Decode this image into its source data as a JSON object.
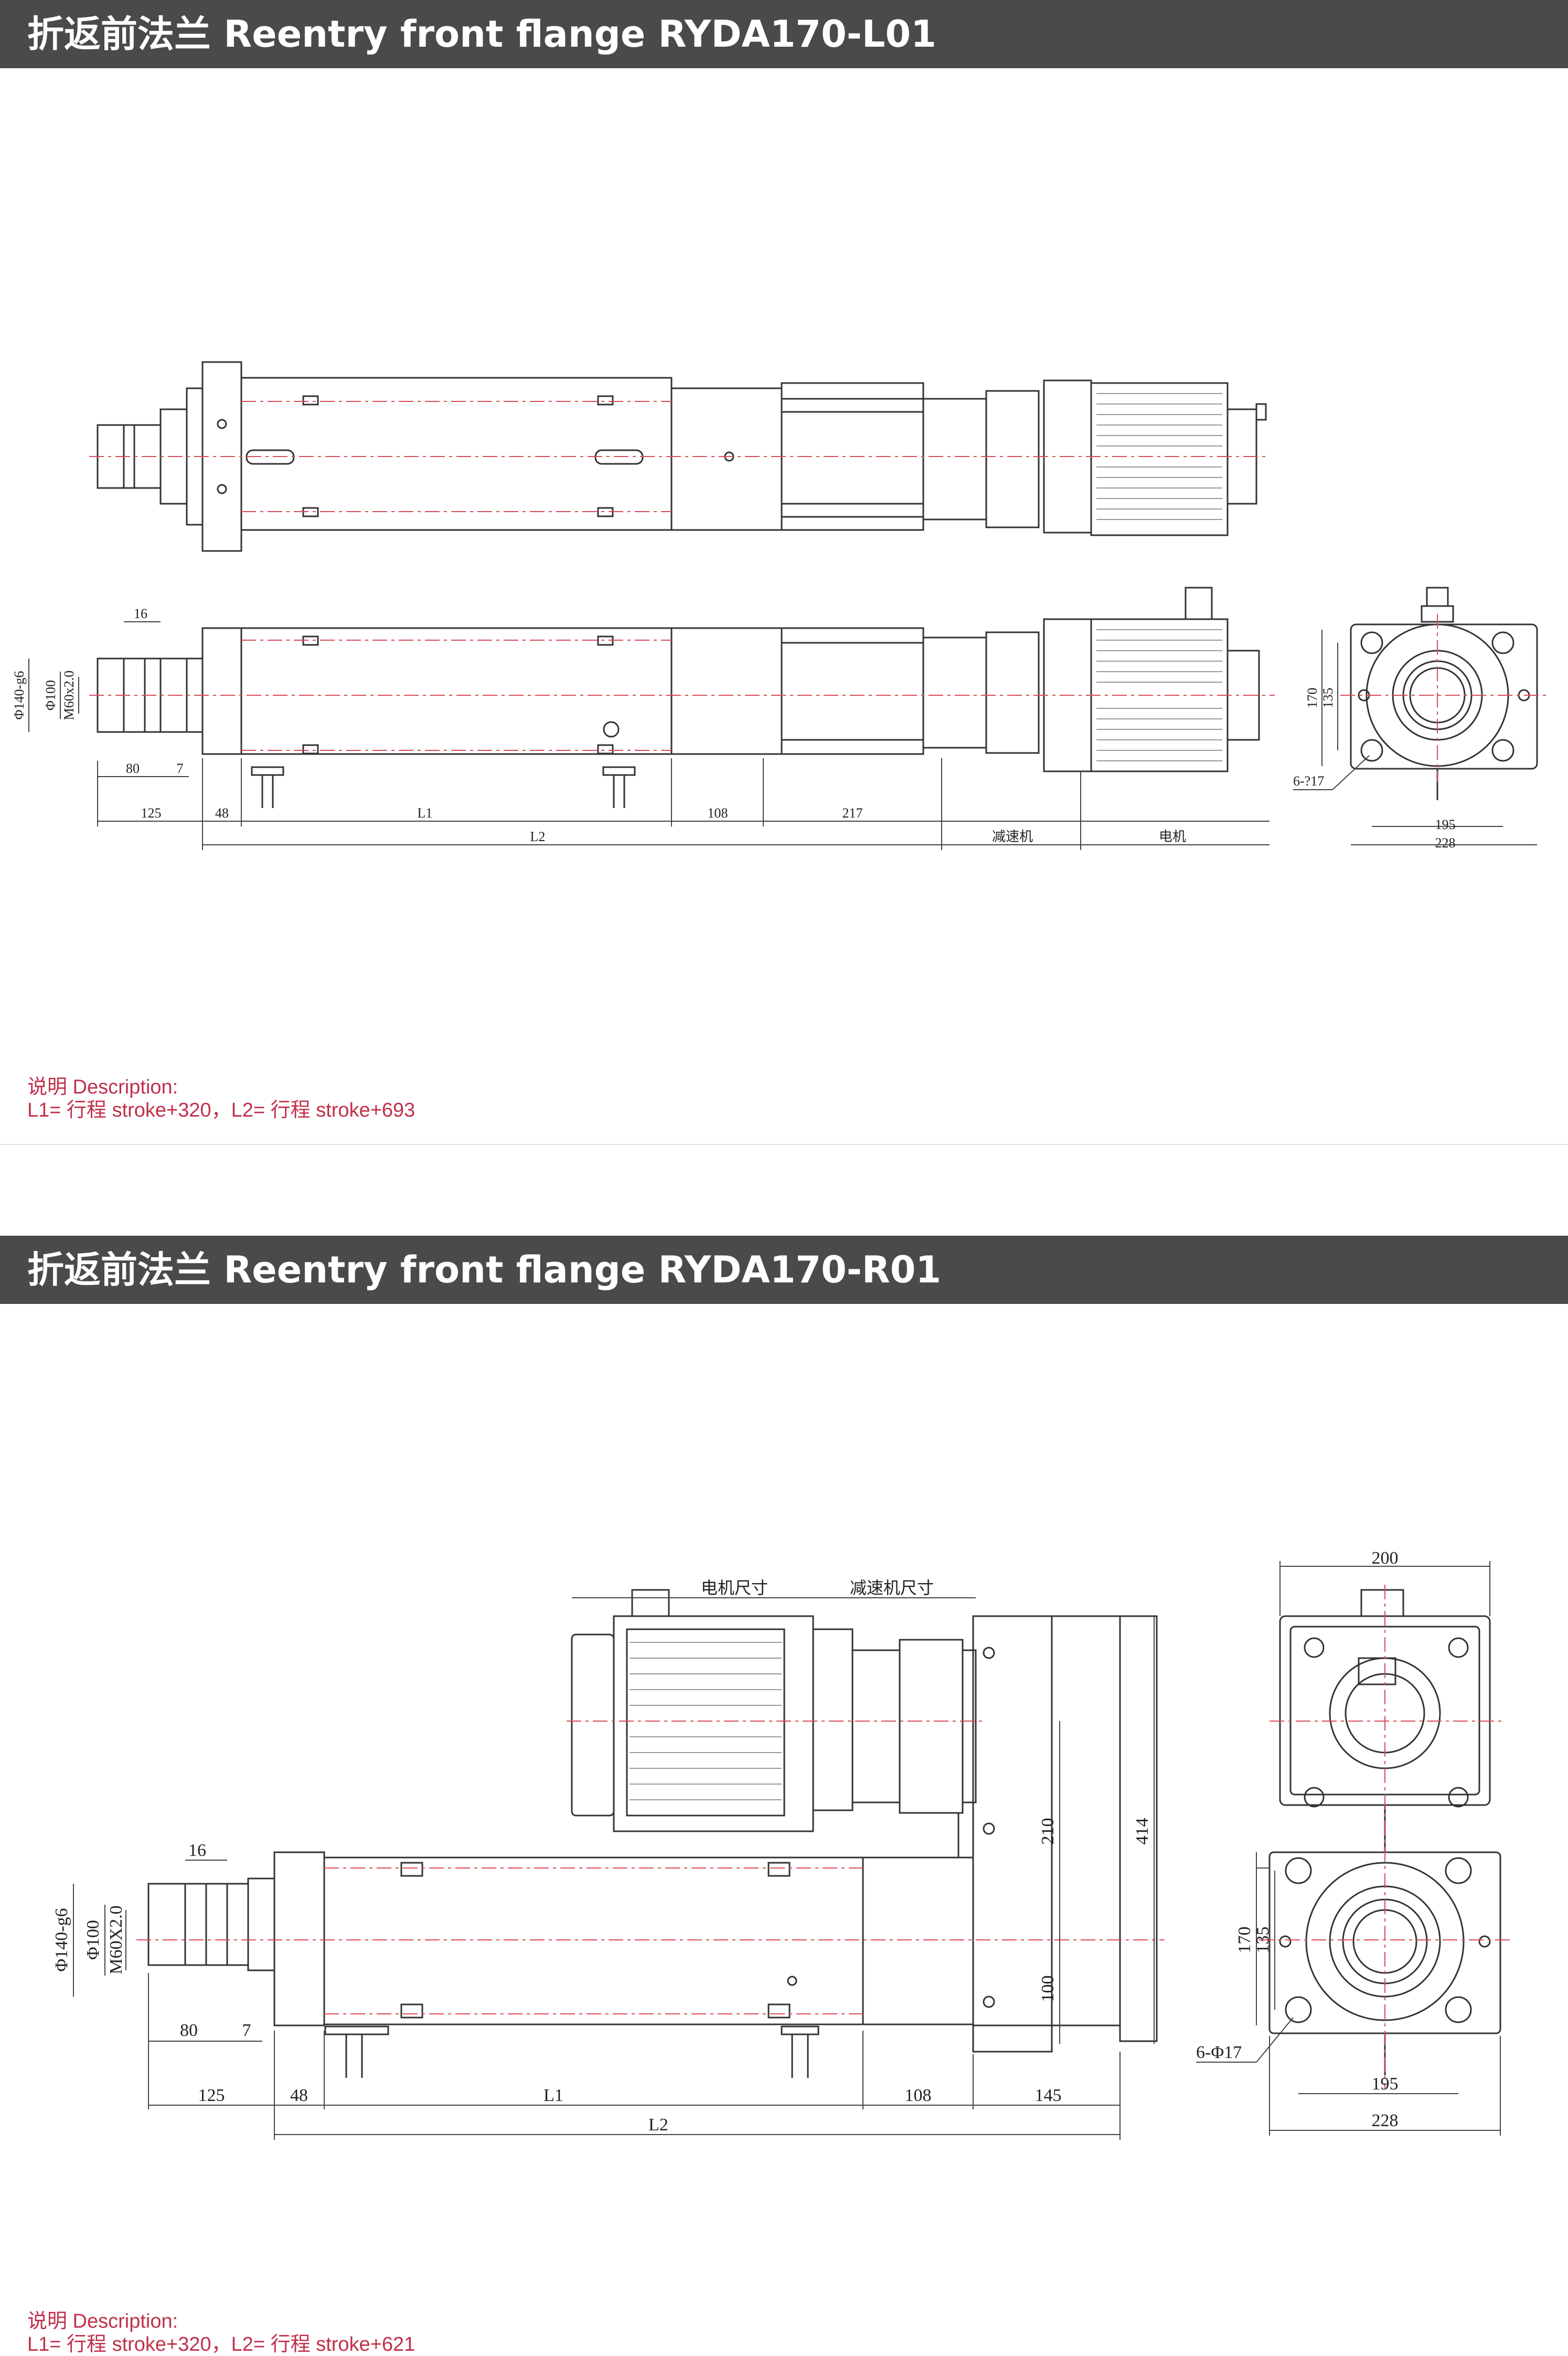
{
  "sections": [
    {
      "title": "折返前法兰 Reentry front flange RYDA170-L01",
      "description_heading": "说明 Description:",
      "description_text": "L1= 行程 stroke+320，L2= 行程 stroke+693",
      "dims": {
        "d16": "16",
        "phi140": "Φ140-g6",
        "phi100": "Φ100",
        "m60": "M60x2.0",
        "d80": "80",
        "d7": "7",
        "d125": "125",
        "d48": "48",
        "l1": "L1",
        "d108": "108",
        "d217": "217",
        "l2": "L2",
        "reducer": "减速机",
        "motor": "电机",
        "d170": "170",
        "d135": "135",
        "holes": "6-?17",
        "d195": "195",
        "d228": "228"
      }
    },
    {
      "title": "折返前法兰 Reentry front flange RYDA170-R01",
      "description_heading": "说明 Description:",
      "description_text": "L1= 行程 stroke+320，L2= 行程 stroke+621",
      "dims": {
        "motor_size": "电机尺寸",
        "reducer_size": "减速机尺寸",
        "d200": "200",
        "d16": "16",
        "phi140": "Φ140-g6",
        "phi100": "Φ100",
        "m60": "M60X2.0",
        "d80": "80",
        "d7": "7",
        "d210": "210",
        "d414": "414",
        "d100": "100",
        "d125": "125",
        "d48": "48",
        "l1": "L1",
        "d108": "108",
        "d145": "145",
        "l2": "L2",
        "d170": "170",
        "d135": "135",
        "holes": "6-Φ17",
        "d195": "195",
        "d228": "228"
      }
    }
  ]
}
